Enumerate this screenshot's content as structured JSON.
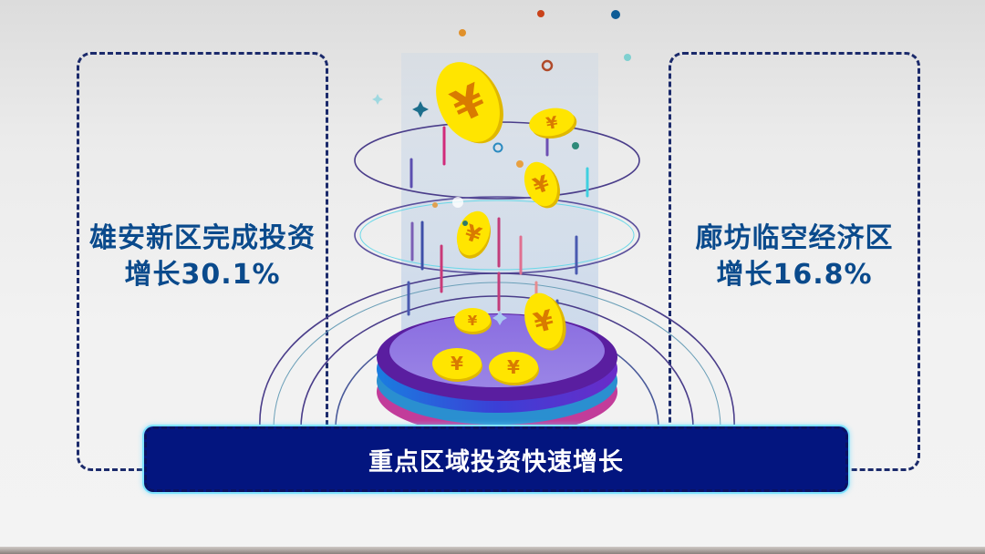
{
  "left_panel": {
    "line1": "雄安新区完成投资",
    "line2": "增长30.1%"
  },
  "right_panel": {
    "line1": "廊坊临空经济区",
    "line2": "增长16.8%"
  },
  "banner": {
    "label": "重点区域投资快速增长"
  },
  "illustration": {
    "subject": "yuan-coins-falling-onto-platform",
    "coin_symbol": "¥",
    "colors": {
      "coin": "#ffe500",
      "coin_symbol": "#d97b00",
      "platform_top": "#6b36c7",
      "platform_side": "#2f55e0",
      "rings": "#4a3d8a",
      "text": "#0a4a8c",
      "box_border": "#1b2a6b",
      "banner_bg": "#03157f"
    }
  }
}
